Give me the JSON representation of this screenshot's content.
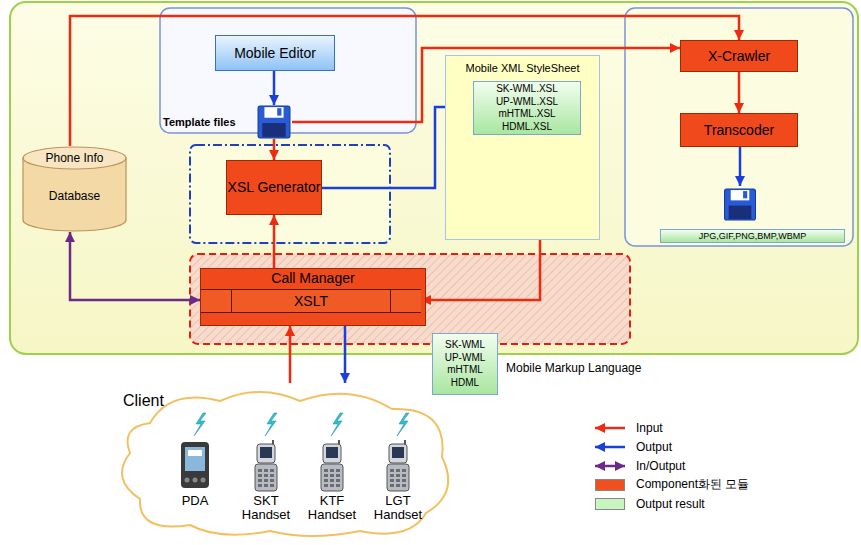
{
  "diagram": {
    "nodes": [
      {
        "text": [
          "Mobile Editor"
        ]
      },
      {
        "text": [
          "Template files"
        ]
      },
      {
        "text": [
          "Phone Info",
          "Database"
        ]
      },
      {
        "text": [
          "XSL Generator"
        ]
      },
      {
        "text": [
          "Mobile XML StyleSheet"
        ]
      },
      {
        "text": [
          "SK-WML.XSL",
          "UP-WML.XSL",
          "mHTML.XSL",
          "HDML.XSL"
        ],
        "in": 4
      },
      {
        "text": [
          "X-Crawler"
        ]
      },
      {
        "text": [
          "Transcoder"
        ]
      },
      {
        "text": [
          "JPG,GIF,PNG,BMP,WBMP"
        ]
      },
      {
        "text": [
          "Call Manager"
        ]
      },
      {
        "text": [
          "XSLT"
        ],
        "in": 9
      },
      {
        "text": [
          "SK-WML",
          "UP-WML",
          "mHTML",
          "HDML"
        ]
      },
      {
        "text": [
          "Client"
        ]
      },
      {
        "text": [
          "PDA"
        ],
        "in": 12
      },
      {
        "text": [
          "SKT Handset"
        ],
        "in": 12
      },
      {
        "text": [
          "KTF Handset"
        ],
        "in": 12
      },
      {
        "text": [
          "LGT Handset"
        ],
        "in": 12
      }
    ],
    "edges": [
      {
        "from": 0,
        "to": 1,
        "arrow": "to"
      },
      {
        "from": 1,
        "to": 3,
        "arrow": "to"
      },
      {
        "from": 1,
        "to": 6,
        "arrow": "to"
      },
      {
        "from": 2,
        "to": 6,
        "arrow": "to"
      },
      {
        "from": 6,
        "to": 7,
        "arrow": "to"
      },
      {
        "from": 7,
        "to": 8,
        "arrow": "to"
      },
      {
        "from": 3,
        "to": 5,
        "arrow": "to"
      },
      {
        "from": 9,
        "to": 3,
        "arrow": "to"
      },
      {
        "from": 2,
        "to": 9,
        "arrow": "both"
      },
      {
        "from": 4,
        "to": 10,
        "arrow": "to"
      },
      {
        "from": 12,
        "to": 9,
        "arrow": "to"
      },
      {
        "from": 10,
        "to": 12,
        "arrow": "to"
      }
    ],
    "labels": [
      "Mobile Markup Language"
    ],
    "legend": [
      {
        "text": "Input"
      },
      {
        "text": "Output"
      },
      {
        "text": "In/Output"
      },
      {
        "text": "Component화된 모듈",
        "color": "#f0501e"
      },
      {
        "text": "Output result",
        "color": "#c8f5c0"
      }
    ]
  }
}
